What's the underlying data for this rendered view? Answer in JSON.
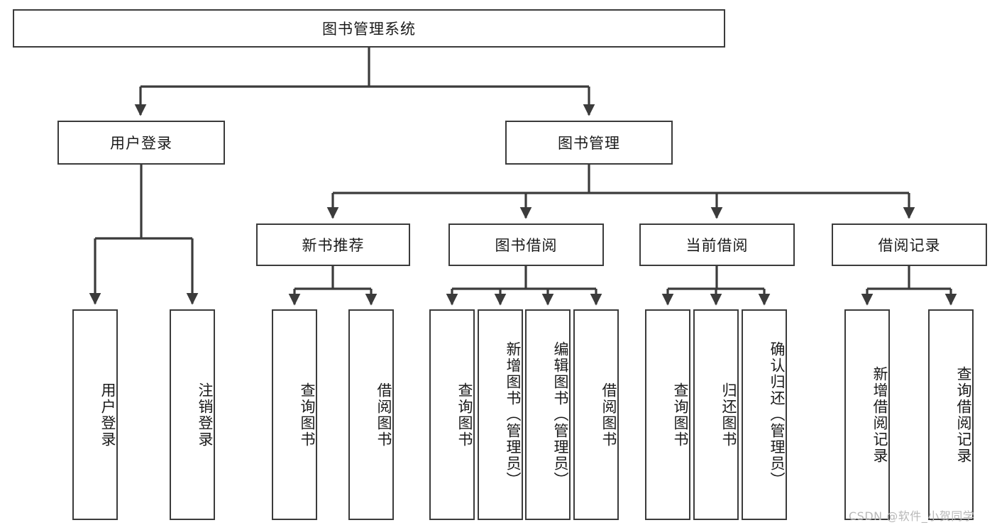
{
  "diagram": {
    "type": "tree-hierarchy-functional-decomposition",
    "title": "图书管理系统",
    "root": {
      "id": "root",
      "label": "图书管理系统",
      "orientation": "horizontal"
    },
    "level2": [
      {
        "id": "user-login",
        "label": "用户登录",
        "orientation": "horizontal"
      },
      {
        "id": "book-manage",
        "label": "图书管理",
        "orientation": "horizontal"
      }
    ],
    "level3": [
      {
        "id": "new-book-recommend",
        "label": "新书推荐",
        "orientation": "horizontal",
        "parent": "book-manage"
      },
      {
        "id": "book-borrow",
        "label": "图书借阅",
        "orientation": "horizontal",
        "parent": "book-manage"
      },
      {
        "id": "current-borrow",
        "label": "当前借阅",
        "orientation": "horizontal",
        "parent": "book-manage"
      },
      {
        "id": "borrow-record",
        "label": "借阅记录",
        "orientation": "horizontal",
        "parent": "book-manage"
      }
    ],
    "leaves": [
      {
        "id": "leaf-user-login",
        "label": "用户登录",
        "parent": "user-login",
        "orientation": "vertical"
      },
      {
        "id": "leaf-user-logout",
        "label": "注销登录",
        "parent": "user-login",
        "orientation": "vertical"
      },
      {
        "id": "leaf-query-book-1",
        "label": "查询图书",
        "parent": "new-book-recommend",
        "orientation": "vertical"
      },
      {
        "id": "leaf-borrow-book-1",
        "label": "借阅图书",
        "parent": "new-book-recommend",
        "orientation": "vertical"
      },
      {
        "id": "leaf-query-book-2",
        "label": "查询图书",
        "parent": "book-borrow",
        "orientation": "vertical"
      },
      {
        "id": "leaf-add-book",
        "label": "新增图书（管理员）",
        "parent": "book-borrow",
        "orientation": "vertical"
      },
      {
        "id": "leaf-edit-book",
        "label": "编辑图书（管理员）",
        "parent": "book-borrow",
        "orientation": "vertical"
      },
      {
        "id": "leaf-borrow-book-2",
        "label": "借阅图书",
        "parent": "book-borrow",
        "orientation": "vertical"
      },
      {
        "id": "leaf-query-book-3",
        "label": "查询图书",
        "parent": "current-borrow",
        "orientation": "vertical"
      },
      {
        "id": "leaf-return-book",
        "label": "归还图书",
        "parent": "current-borrow",
        "orientation": "vertical"
      },
      {
        "id": "leaf-confirm-return",
        "label": "确认归还（管理员）",
        "parent": "current-borrow",
        "orientation": "vertical"
      },
      {
        "id": "leaf-add-record",
        "label": "新增借阅记录",
        "parent": "borrow-record",
        "orientation": "vertical"
      },
      {
        "id": "leaf-query-record",
        "label": "查询借阅记录",
        "parent": "borrow-record",
        "orientation": "vertical"
      }
    ],
    "watermark": "CSDN @软件_小贺同学",
    "colors": {
      "stroke": "#3b3b3b",
      "fill": "#ffffff",
      "text": "#1a1a1a",
      "watermark": "#b8b8b8"
    }
  }
}
